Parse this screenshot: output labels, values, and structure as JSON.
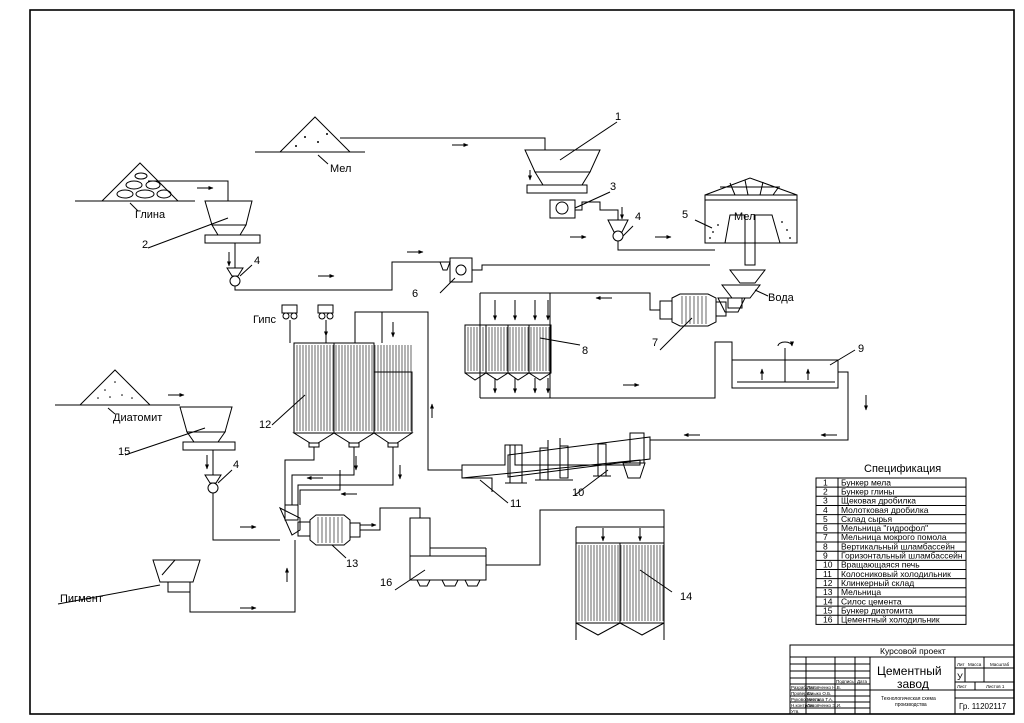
{
  "labels": {
    "mel_top": "Мел",
    "glina": "Глина",
    "mel_store": "Мел",
    "voda": "Вода",
    "gips": "Гипс",
    "diatomit": "Диатомит",
    "pigment": "Пигмент"
  },
  "numbers": [
    "1",
    "2",
    "3",
    "4",
    "5",
    "6",
    "7",
    "8",
    "9",
    "10",
    "11",
    "12",
    "13",
    "14",
    "15",
    "16"
  ],
  "spec": {
    "title": "Спецификация",
    "rows": [
      {
        "n": "1",
        "name": "Бункер мела"
      },
      {
        "n": "2",
        "name": "Бункер глины"
      },
      {
        "n": "3",
        "name": "Щековая дробилка"
      },
      {
        "n": "4",
        "name": "Молотковая дробилка"
      },
      {
        "n": "5",
        "name": "Склад сырья"
      },
      {
        "n": "6",
        "name": "Мельница \"гидрофол\""
      },
      {
        "n": "7",
        "name": "Мельница мокрого помола"
      },
      {
        "n": "8",
        "name": "Вертикальный шламбассейн"
      },
      {
        "n": "9",
        "name": "Горизонтальный шламбассейн"
      },
      {
        "n": "10",
        "name": "Вращающаяся печь"
      },
      {
        "n": "11",
        "name": "Колосниковый холодильник"
      },
      {
        "n": "12",
        "name": "Клинкерный склад"
      },
      {
        "n": "13",
        "name": "Мельница"
      },
      {
        "n": "14",
        "name": "Силос цемента"
      },
      {
        "n": "15",
        "name": "Бункер диатомита"
      },
      {
        "n": "16",
        "name": "Цементный холодильник"
      }
    ]
  },
  "stamp": {
    "project": "Курсовой проект",
    "title_line1": "Цементный",
    "title_line2": "завод",
    "subtitle_line1": "Технологическая схема",
    "subtitle_line2": "производства",
    "group": "Гр. 11202117",
    "lit_header": "Лит",
    "mass_header": "Масса",
    "scale_header": "Масштаб",
    "lit_value": "У",
    "sheet_label": "Лист",
    "sheets_label": "Листов 1",
    "sign_header": "Подпись",
    "date_header": "Дата",
    "roles": [
      "Разработал",
      "Проверил",
      "Руководитель",
      "Н.контроль",
      "Утв."
    ],
    "names": [
      "Литовченко Н.В.",
      "Смыко О.Б.",
      "Чистова Т.А.",
      "Литовченко Э.И."
    ]
  }
}
